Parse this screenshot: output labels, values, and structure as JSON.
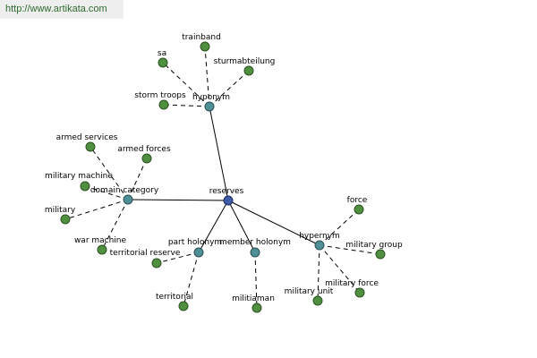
{
  "watermark": "http://www.artikata.com",
  "graph": {
    "root": "reserves",
    "relations": [
      {
        "label": "hyponym",
        "items": [
          "trainband",
          "sa",
          "sturmabteilung",
          "storm troops"
        ]
      },
      {
        "label": "domain category",
        "items": [
          "armed services",
          "armed forces",
          "military machine",
          "military",
          "war machine"
        ]
      },
      {
        "label": "part holonym",
        "items": [
          "territorial reserve",
          "territorial"
        ]
      },
      {
        "label": "member holonym",
        "items": [
          "militiaman"
        ]
      },
      {
        "label": "hypernym",
        "items": [
          "force",
          "military group",
          "military force",
          "military unit"
        ]
      }
    ]
  },
  "colors": {
    "root_node": "#3c5aa6",
    "relation_node": "#4f8f96",
    "leaf_node": "#4f8f3f",
    "watermark_text": "#2f6b2f",
    "watermark_bg": "#eeeeee"
  }
}
